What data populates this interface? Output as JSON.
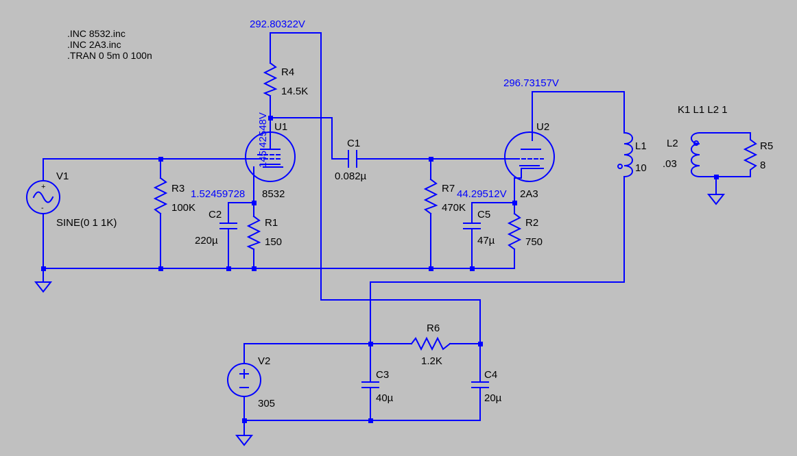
{
  "directives": [
    ".INC 8532.inc",
    ".INC 2A3.inc",
    ".TRAN 0 5m 0 100n"
  ],
  "coupling": "K1 L1 L2 1",
  "probes": {
    "b_plus_u1": "292.80322V",
    "b_plus_u2": "296.73157V",
    "plate_u1": "145.42548V",
    "cathode_u1": "1.52459728",
    "cathode_u2": "44.29512V"
  },
  "components": {
    "V1": {
      "ref": "V1",
      "value": "SINE(0 1 1K)"
    },
    "V2": {
      "ref": "V2",
      "value": "305"
    },
    "R1": {
      "ref": "R1",
      "value": "150"
    },
    "R2": {
      "ref": "R2",
      "value": "750"
    },
    "R3": {
      "ref": "R3",
      "value": "100K"
    },
    "R4": {
      "ref": "R4",
      "value": "14.5K"
    },
    "R5": {
      "ref": "R5",
      "value": "8"
    },
    "R6": {
      "ref": "R6",
      "value": "1.2K"
    },
    "R7": {
      "ref": "R7",
      "value": "470K"
    },
    "C1": {
      "ref": "C1",
      "value": "0.082µ"
    },
    "C2": {
      "ref": "C2",
      "value": "220µ"
    },
    "C3": {
      "ref": "C3",
      "value": "40µ"
    },
    "C4": {
      "ref": "C4",
      "value": "20µ"
    },
    "C5": {
      "ref": "C5",
      "value": "47µ"
    },
    "L1": {
      "ref": "L1",
      "value": "10"
    },
    "L2": {
      "ref": "L2",
      "value": ".03"
    },
    "U1": {
      "ref": "U1",
      "value": "8532"
    },
    "U2": {
      "ref": "U2",
      "value": "2A3"
    }
  },
  "colors": {
    "background": "#c0c0c0",
    "wire": "#0000ff",
    "text": "#000000",
    "probe": "#0000ff"
  }
}
